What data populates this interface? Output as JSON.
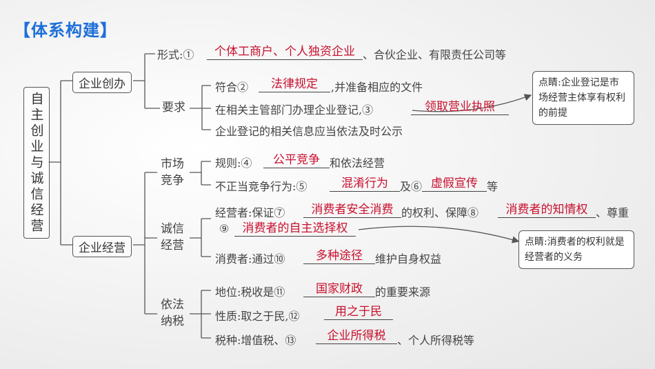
{
  "header": {
    "title": "【体系构建】"
  },
  "root": {
    "label": "自主创业与诚信经营"
  },
  "branches": {
    "startup": "企业创办",
    "operation": "企业经营"
  },
  "startup": {
    "form": {
      "prefix": "形式:①",
      "answer": "个体工商户、个人独资企业",
      "suffix": "、合伙企业、有限责任公司等"
    },
    "requirements_label": "要求",
    "req1": {
      "prefix": "符合②",
      "answer": "法律规定",
      "suffix": ",并准备相应的文件"
    },
    "req2": {
      "prefix": "在相关主管部门办理企业登记,③",
      "answer": "领取营业执照"
    },
    "req3": {
      "text": "企业登记的相关信息应当依法及时公示"
    }
  },
  "competition": {
    "label": "市场竞争",
    "rule": {
      "prefix": "规则:④",
      "answer": "公平竞争",
      "suffix": "和依法经营"
    },
    "unfair": {
      "prefix": "不正当竞争行为:⑤",
      "answer1": "混淆行为",
      "mid": "及⑥",
      "answer2": "虚假宣传",
      "suffix": "等"
    }
  },
  "integrity": {
    "label": "诚信经营",
    "operator": {
      "prefix": "经营者:保证⑦",
      "answer1": "消费者安全消费",
      "mid": "的权利、保障⑧",
      "answer2": "消费者的知情权",
      "suffix": "、尊重",
      "num9": "⑨",
      "answer3": "消费者的自主选择权"
    },
    "consumer": {
      "prefix": "消费者:通过⑩",
      "answer": "多种途径",
      "suffix": "维护自身权益"
    }
  },
  "tax": {
    "label": "依法纳税",
    "status": {
      "prefix": "地位:税收是⑪",
      "answer": "国家财政",
      "suffix": "的重要来源"
    },
    "nature": {
      "prefix": "性质:取之于民,⑫",
      "answer": "用之于民"
    },
    "types": {
      "prefix": "税种:增值税、⑬",
      "answer": "企业所得税",
      "suffix": "、个人所得税等"
    }
  },
  "notes": {
    "note1": "点睛:企业登记是市场经营主体享有权利的前提",
    "note2": "点睛:消费者的权利就是经营者的义务"
  }
}
